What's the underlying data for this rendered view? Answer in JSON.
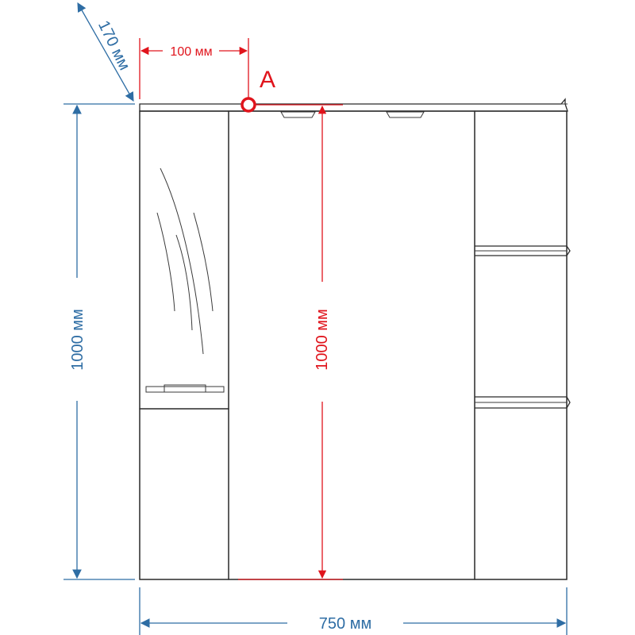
{
  "drawing": {
    "width_label": "750 мм",
    "height_label": "1000 мм",
    "depth_label": "170 мм",
    "mount_height_label": "1000 мм",
    "mount_offset_label": "100 мм",
    "mount_point_label": "A"
  },
  "colors": {
    "dimension_blue": "#2e6da4",
    "mount_red": "#e0141c",
    "outline": "#2b2b2b"
  }
}
